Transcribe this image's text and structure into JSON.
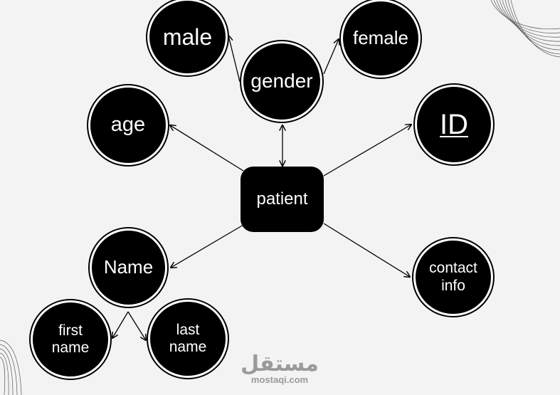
{
  "diagram": {
    "center": "patient",
    "attributes": {
      "male": "male",
      "female": "female",
      "gender": "gender",
      "age": "age",
      "id": "ID",
      "name": "Name",
      "contact": "contact\ninfo",
      "first_name": "first\nname",
      "last_name": "last\nname"
    }
  },
  "watermark": {
    "arabic": "مستقل",
    "latin": "mostaqi.com"
  }
}
